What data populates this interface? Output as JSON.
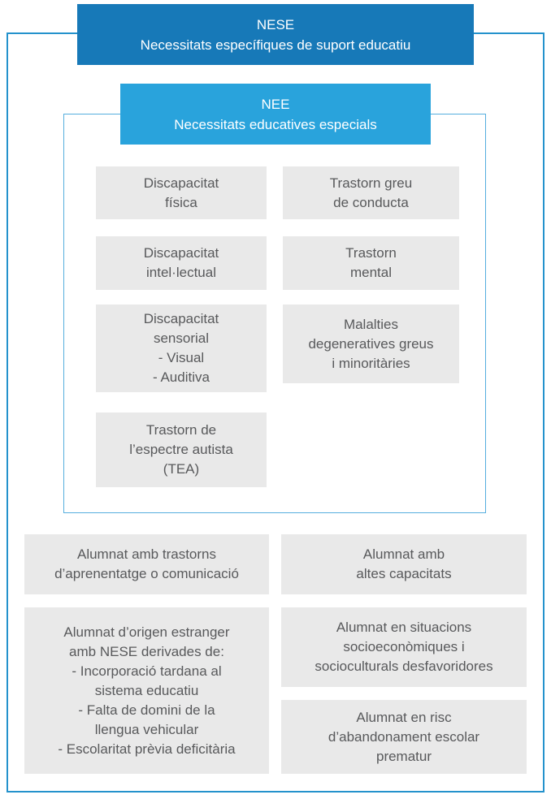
{
  "header": {
    "title": "NESE",
    "subtitle": "Necessitats específiques de suport educatiu"
  },
  "nee": {
    "title": "NEE",
    "subtitle": "Necessitats educatives especials",
    "left_items": [
      "Discapacitat\nfísica",
      "Discapacitat\nintel·lectual",
      "Discapacitat\nsensorial\n- Visual\n- Auditiva",
      "Trastorn de\nl’espectre autista\n(TEA)"
    ],
    "right_items": [
      "Trastorn greu\nde conducta",
      "Trastorn\nmental",
      "Malalties\ndegeneratives greus\ni minoritàries"
    ]
  },
  "outer_items": {
    "left": [
      "Alumnat amb trastorns\nd’aprenentatge o comunicació",
      "Alumnat d’origen estranger\namb NESE derivades de:\n- Incorporació tardana al\nsistema educatiu\n- Falta de domini de la\nllengua vehicular\n- Escolaritat prèvia deficitària"
    ],
    "right": [
      "Alumnat amb\naltes capacitats",
      "Alumnat en situacions\nsocioeconòmiques i\nsocioculturals desfavoridores",
      "Alumnat en risc\nd’abandonament escolar\nprematur"
    ]
  },
  "colors": {
    "primary_blue": "#1779b8",
    "secondary_blue": "#29a3dc",
    "outer_border": "#2492cc",
    "inner_border": "#55aede",
    "box_background": "#e9e9e9",
    "box_text": "#58595b",
    "header_text": "#ffffff"
  }
}
